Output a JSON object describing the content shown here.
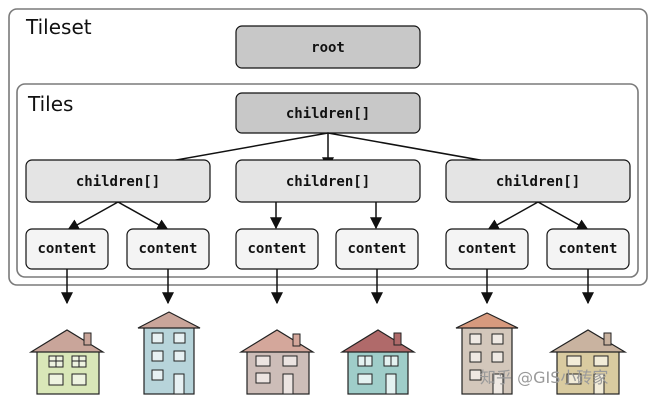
{
  "tileset": {
    "label": "Tileset"
  },
  "tiles": {
    "label": "Tiles"
  },
  "root": {
    "label": "root"
  },
  "top_children": {
    "label": "children[]"
  },
  "branches": [
    {
      "label": "children[]",
      "contents": [
        "content",
        "content"
      ]
    },
    {
      "label": "children[]",
      "contents": [
        "content",
        "content"
      ]
    },
    {
      "label": "children[]",
      "contents": [
        "content",
        "content"
      ]
    }
  ],
  "watermark": {
    "text": "知乎 @GIS小砖家"
  },
  "colors": {
    "root_fill": "#c8c8c8",
    "children_fill": "#e4e4e4",
    "content_fill": "#f4f4f4",
    "frame_stroke": "#7a7a7a"
  }
}
